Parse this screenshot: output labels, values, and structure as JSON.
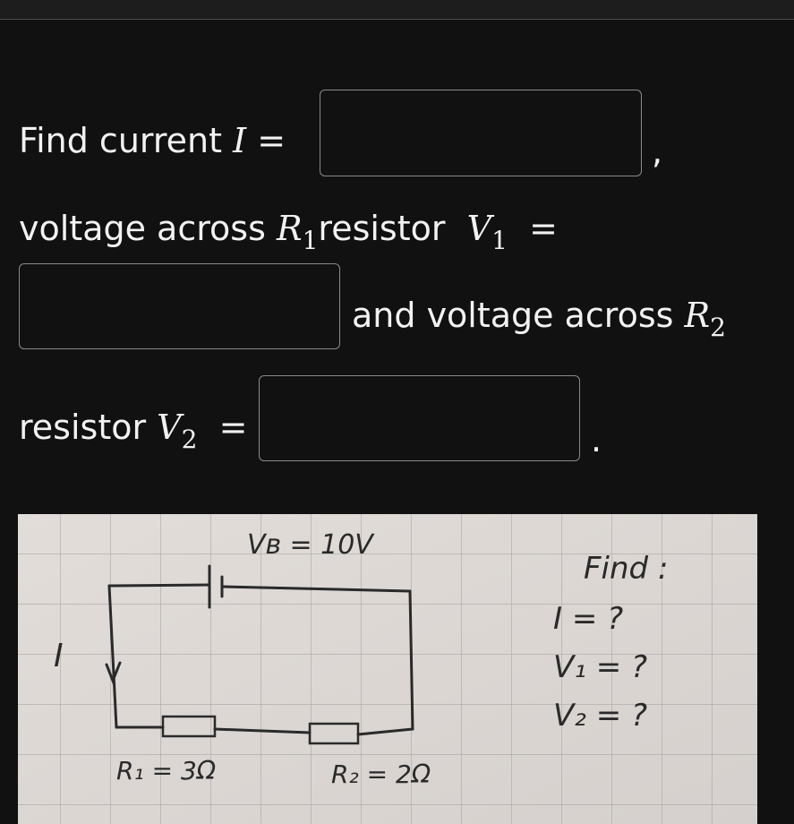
{
  "question": {
    "line1": {
      "prefix": "Find current ",
      "var": "I",
      "eq": " =",
      "after": ","
    },
    "line2": {
      "prefix": "voltage across ",
      "r1_var": "R",
      "r1_sub": "1",
      "middle": "resistor ",
      "v1_var": "V",
      "v1_sub": "1",
      "eq": " ="
    },
    "line3": {
      "text": "and voltage across ",
      "r2_var": "R",
      "r2_sub": "2"
    },
    "line4": {
      "prefix": "resistor ",
      "v2_var": "V",
      "v2_sub": "2",
      "eq": " =",
      "after": "."
    }
  },
  "answers": {
    "current": "",
    "v1": "",
    "v2": ""
  },
  "photo": {
    "battery_label": "Vʙ = 10V",
    "current_label": "I",
    "r1_label": "R₁ = 3Ω",
    "r2_label": "R₂ = 2Ω",
    "find_title": "Find :",
    "find_i": "I = ?",
    "find_v1": "V₁ = ?",
    "find_v2": "V₂ = ?"
  },
  "colors": {
    "background": "#111111",
    "text": "#f2f2f2",
    "box_border": "#8a8a8a",
    "paper": "#dcd7d3",
    "grid": "#a9a6a8",
    "ink": "#2a2a2a"
  }
}
